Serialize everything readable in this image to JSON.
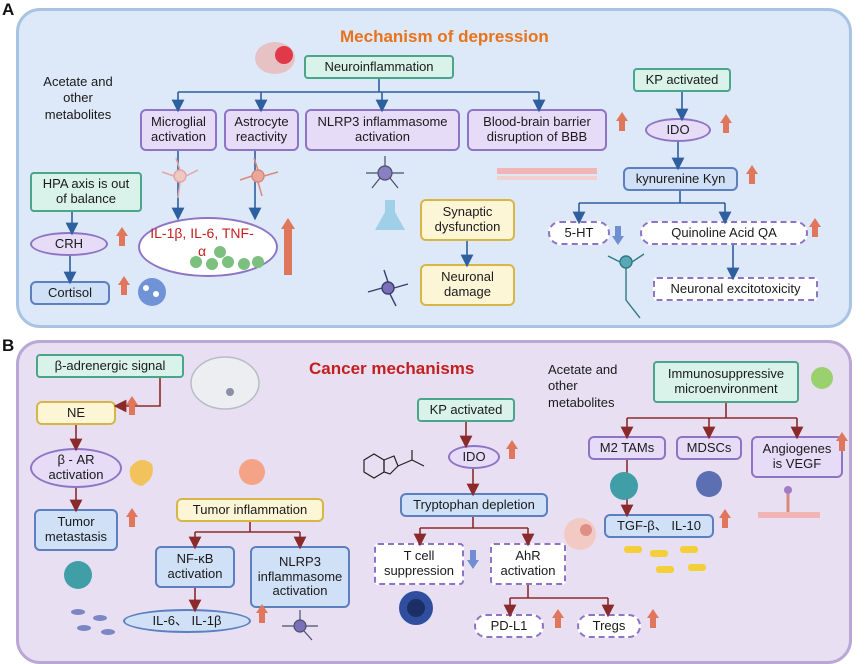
{
  "panel_a": {
    "letter": "A",
    "title": "Mechanism of depression",
    "acetate_label": "Acetate and other metabolites",
    "neuroinflammation": "Neuroinflammation",
    "microglial": "Microglial activation",
    "astrocyte": "Astrocyte reactivity",
    "nlrp3": "NLRP3 inflammasome activation",
    "bbb": "Blood-brain barrier disruption of BBB",
    "hpa": "HPA axis is out of balance",
    "crh": "CRH",
    "cortisol": "Cortisol",
    "cytokines": "IL-1β, IL-6, TNF-α",
    "synaptic": "Synaptic dysfunction",
    "neuronal_damage": "Neuronal damage",
    "kp_activated": "KP activated",
    "ido": "IDO",
    "kynurenine": "kynurenine Kyn",
    "ht": "5-HT",
    "quinoline": "Quinoline Acid QA",
    "excitotoxicity": "Neuronal excitotoxicity"
  },
  "panel_b": {
    "letter": "B",
    "title": "Cancer mechanisms",
    "beta_signal": "β-adrenergic signal",
    "ne": "NE",
    "beta_ar": "β - AR activation",
    "tumor_metastasis": "Tumor metastasis",
    "tumor_inflammation": "Tumor inflammation",
    "nfkb": "NF-κB activation",
    "nlrp3": "NLRP3 inflammasome activation",
    "il6": "IL-6、 IL-1β",
    "kp_activated": "KP activated",
    "ido": "IDO",
    "tryptophan": "Tryptophan depletion",
    "tcell": "T cell suppression",
    "ahr": "AhR activation",
    "pdl1": "PD-L1",
    "tregs": "Tregs",
    "acetate_label": "Acetate and other metabolites",
    "immuno": "Immunosuppressive microenvironment",
    "m2": "M2 TAMs",
    "mdscs": "MDSCs",
    "angio": "Angiogenes is VEGF",
    "tgf": "TGF-β、 IL-10"
  },
  "colors": {
    "title_a": "#e8731a",
    "title_b": "#c21f1f",
    "arrow_up": "#e0775c",
    "arrow_down": "#6f8fd0",
    "arrow_line_a": "#2e5f9e",
    "arrow_line_b": "#8b2a2a",
    "cytokine_text": "#c21f1f"
  },
  "icons": [
    "brain-icon",
    "neuron-icon",
    "flask-icon",
    "cell-icon",
    "tryptophan-structure-icon",
    "virus-icon"
  ]
}
